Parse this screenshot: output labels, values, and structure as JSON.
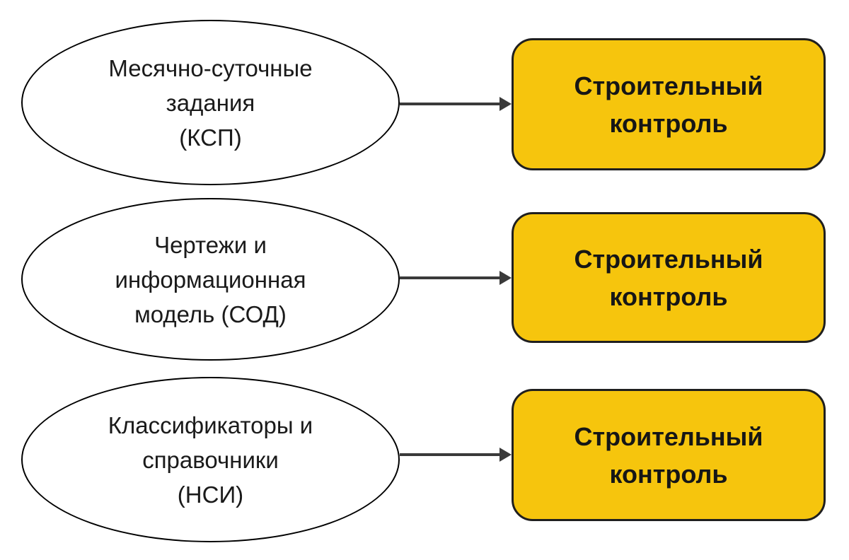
{
  "diagram": {
    "rows": [
      {
        "ellipse_lines": [
          "Месячно-суточные",
          "задания",
          "(КСП)"
        ],
        "box_lines": [
          "Строительный",
          "контроль"
        ]
      },
      {
        "ellipse_lines": [
          "Чертежи и",
          "информационная",
          "модель (СОД)"
        ],
        "box_lines": [
          "Строительный",
          "контроль"
        ]
      },
      {
        "ellipse_lines": [
          "Классификаторы и",
          "справочники",
          "(НСИ)"
        ],
        "box_lines": [
          "Строительный",
          "контроль"
        ]
      }
    ],
    "colors": {
      "box_fill": "#f6c50d",
      "box_border": "#1f1f1f",
      "ellipse_border": "#000000",
      "arrow": "#3a3a3a",
      "text": "#1a1a1a",
      "background": "#ffffff"
    }
  }
}
